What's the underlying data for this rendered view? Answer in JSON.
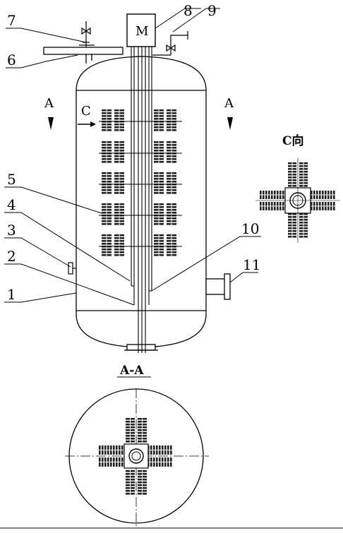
{
  "diagram": {
    "part_numbers": {
      "p1": "1",
      "p2": "2",
      "p3": "3",
      "p4": "4",
      "p5": "5",
      "p6": "6",
      "p7": "7",
      "p8": "8",
      "p9": "9",
      "p10": "10",
      "p11": "11"
    },
    "motor_label": "M",
    "section_marks": {
      "a_left": "A",
      "a_right": "A",
      "c_mark": "C"
    },
    "view_titles": {
      "c_view": "C向",
      "a_section": "A-A"
    }
  },
  "colors": {
    "line": "#000000",
    "background": "#ffffff",
    "module": "#222222"
  }
}
